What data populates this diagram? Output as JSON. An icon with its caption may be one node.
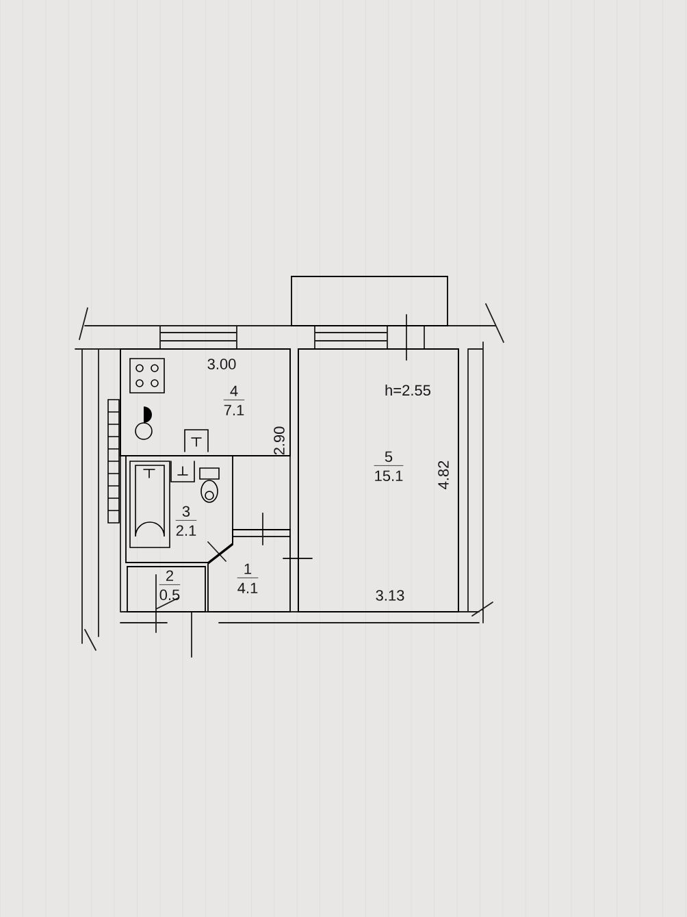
{
  "diagram": {
    "nodes": [
      {
        "text": [],
        "shape": "box"
      },
      {
        "text": [
          "4",
          "7.1"
        ]
      },
      {
        "text": [
          "5",
          "15.1"
        ]
      },
      {
        "text": [
          "3",
          "2.1"
        ]
      },
      {
        "text": [
          "1",
          "4.1"
        ]
      },
      {
        "text": [
          "2",
          "0.5"
        ]
      }
    ],
    "labels": [
      "3.00",
      "h=2.55",
      "2.90",
      "4.82",
      "3.13"
    ]
  }
}
